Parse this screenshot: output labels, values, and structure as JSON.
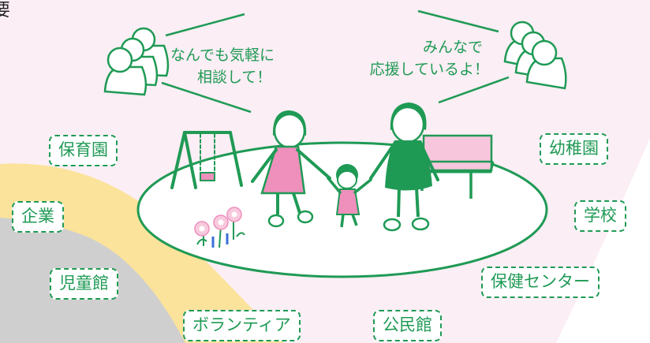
{
  "top_left_text": "要",
  "speech_left": [
    "なんでも気軽に",
    "相談して！"
  ],
  "speech_right": [
    "みんなで",
    "応援しているよ！"
  ],
  "labels": {
    "hoikuen": "保育園",
    "yochien": "幼稚園",
    "kigyo": "企業",
    "gakko": "学校",
    "jidokan": "児童館",
    "hoken_center": "保健センター",
    "volunteer": "ボランティア",
    "kominkan": "公民館"
  },
  "colors": {
    "green": "#1f9a55",
    "pink": "#ee8fbc",
    "bg_pink": "#fbeef4",
    "yellow": "#fbe39b",
    "gray": "#cfcfcf"
  }
}
